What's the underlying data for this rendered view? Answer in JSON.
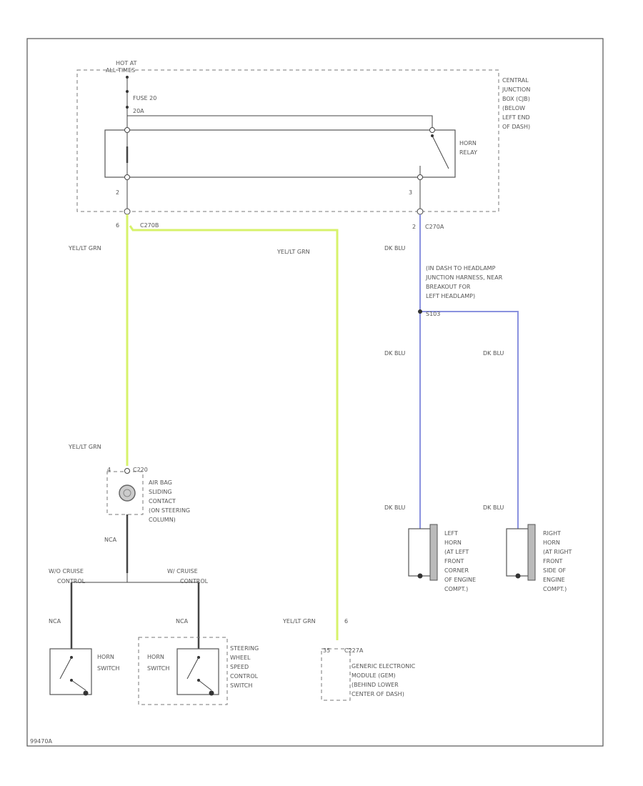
{
  "colors": {
    "yel_grn": "#d7f26b",
    "dk_blu": "#8a92df"
  },
  "top_feed": {
    "hot_at": "HOT AT",
    "all_times": "ALL TIMES",
    "fuse": "FUSE 20",
    "amps": "20A"
  },
  "junction_box": {
    "label": [
      "CENTRAL",
      "JUNCTION",
      "BOX (CJB)",
      "(BELOW",
      "LEFT END",
      "OF DASH)"
    ],
    "relay_label": [
      "HORN",
      "RELAY"
    ],
    "pin_left": "2",
    "pin_right": "3"
  },
  "connectors": {
    "c270b_pin": "6",
    "c270b": "C270B",
    "c270a_pin": "2",
    "c270a": "C270A",
    "s103": "S103",
    "c220": "C220",
    "c227a_pin": "35",
    "c227a": "C227A"
  },
  "wires": {
    "yel_grn": "YEL/LT GRN",
    "dk_blu": "DK BLU",
    "nca": "NCA",
    "yel_grn_pin": "6"
  },
  "headlamp_note": [
    "(IN DASH TO HEADLAMP",
    "JUNCTION HARNESS, NEAR",
    "BREAKOUT FOR",
    "LEFT HEADLAMP)"
  ],
  "airbag_label": [
    "AIR BAG",
    "SLIDING",
    "CONTACT",
    "(ON STEERING",
    "COLUMN)"
  ],
  "cruise": {
    "without": "W/O CRUISE",
    "without2": "CONTROL",
    "with": "W/ CRUISE",
    "with2": "CONTROL"
  },
  "horn_switch": [
    "HORN",
    "SWITCH"
  ],
  "steering_switch": [
    "STEERING",
    "WHEEL",
    "SPEED",
    "CONTROL",
    "SWITCH"
  ],
  "gem_label": [
    "GENERIC ELECTRONIC",
    "MODULE (GEM)",
    "(BEHIND LOWER",
    "CENTER OF DASH)"
  ],
  "left_horn": [
    "LEFT",
    "HORN",
    "(AT LEFT",
    "FRONT",
    "CORNER",
    "OF ENGINE",
    "COMPT.)"
  ],
  "right_horn": [
    "RIGHT",
    "HORN",
    "(AT RIGHT",
    "FRONT",
    "SIDE OF",
    "ENGINE",
    "COMPT.)"
  ],
  "footer_code": "99470A"
}
